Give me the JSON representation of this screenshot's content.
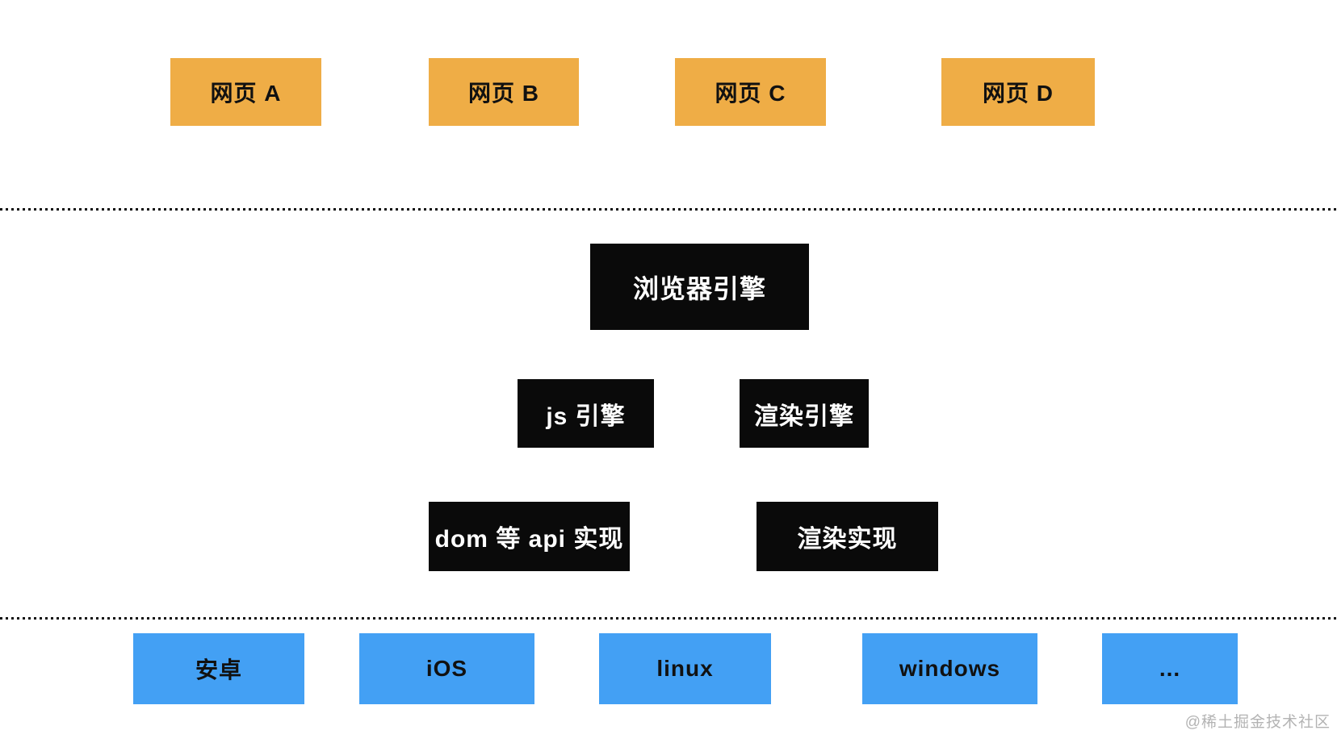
{
  "webpages": {
    "a": "网页 A",
    "b": "网页 B",
    "c": "网页 C",
    "d": "网页 D"
  },
  "engine_layer": {
    "browser_engine": "浏览器引擎",
    "js_engine": "js 引擎",
    "rendering_engine": "渲染引擎",
    "dom_api_impl": "dom 等 api 实现",
    "rendering_impl": "渲染实现"
  },
  "platforms": {
    "android": "安卓",
    "ios": "iOS",
    "linux": "linux",
    "windows": "windows",
    "more": "..."
  },
  "watermark": "@稀土掘金技术社区",
  "colors": {
    "webpage_box": "#EFAD46",
    "engine_box": "#0A0A0A",
    "platform_box": "#43A0F4",
    "engine_text": "#FFFFFF",
    "box_text": "#111111",
    "watermark_text": "#B3B3B3",
    "separator": "#111111"
  }
}
